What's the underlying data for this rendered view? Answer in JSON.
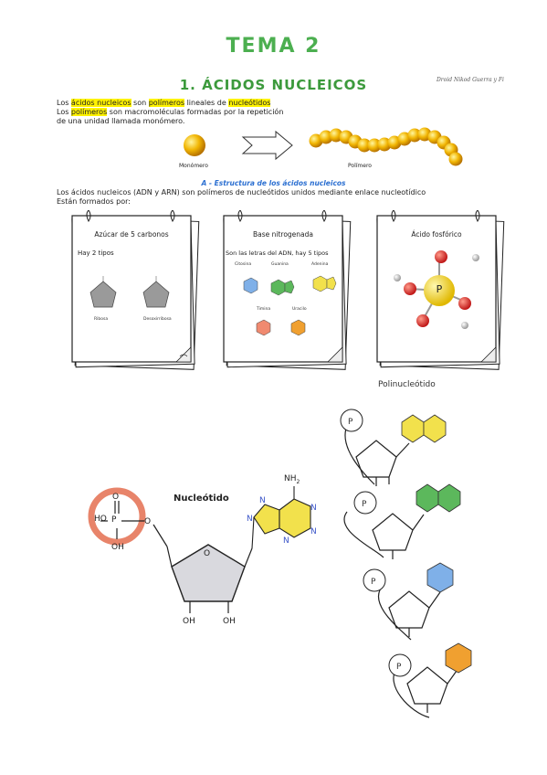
{
  "header": {
    "tema": "TEMA 2",
    "title": "1. ÁCIDOS NUCLEICOS",
    "signature": "Droid Nikod Guerra y Fi"
  },
  "intro": {
    "line1_a": "Los ",
    "line1_hl1": "ácidos nucleicos",
    "line1_b": " son ",
    "line1_hl2": "polímeros",
    "line1_c": " lineales de ",
    "line1_hl3": "nucleótidos",
    "line2_a": "Los ",
    "line2_hl": "polímeros",
    "line2_b": " son macromoléculas formadas por la repetición",
    "line3": "de una unidad llamada monómero."
  },
  "monomer_label": "Monómero",
  "polymer_label": "Polímero",
  "section": {
    "title": "A -   Estructura de los ácidos nucleicos",
    "line1": "Los ácidos nucleicos (ADN y ARN) son polímeros de nucleótidos unidos mediante enlace nucleotídico",
    "line2": "Están formados por:"
  },
  "cards": [
    {
      "title": "Azúcar de 5 carbonos",
      "subtitle": "Hay 2 tipos",
      "labels": [
        "Ribosa",
        "Desoxirribosa"
      ]
    },
    {
      "title": "Base nitrogenada",
      "subtitle": "Son las letras del ADN, hay 5 tipos",
      "labels": [
        "Citosina",
        "Guanina",
        "Adenina",
        "Timina",
        "Uracilo"
      ]
    },
    {
      "title": "Ácido fosfórico",
      "center": "P"
    }
  ],
  "nucleotide": {
    "title": "Nucleótido",
    "nh2": "NH",
    "nh2_sub": "2",
    "n": "N",
    "p": "P",
    "o": "O",
    "ho": "HO",
    "oh": "OH"
  },
  "polynucleotide": {
    "title": "Polinucleótido",
    "p": "P"
  },
  "colors": {
    "green": "#4caf50",
    "highlight": "#fff200",
    "blue": "#2b6fd1",
    "yellow_base": "#f2e14c",
    "green_base": "#5cb85c",
    "blue_base": "#7fb0e8",
    "orange_base": "#f0a030",
    "phosphate_ring": "#e8846a"
  }
}
